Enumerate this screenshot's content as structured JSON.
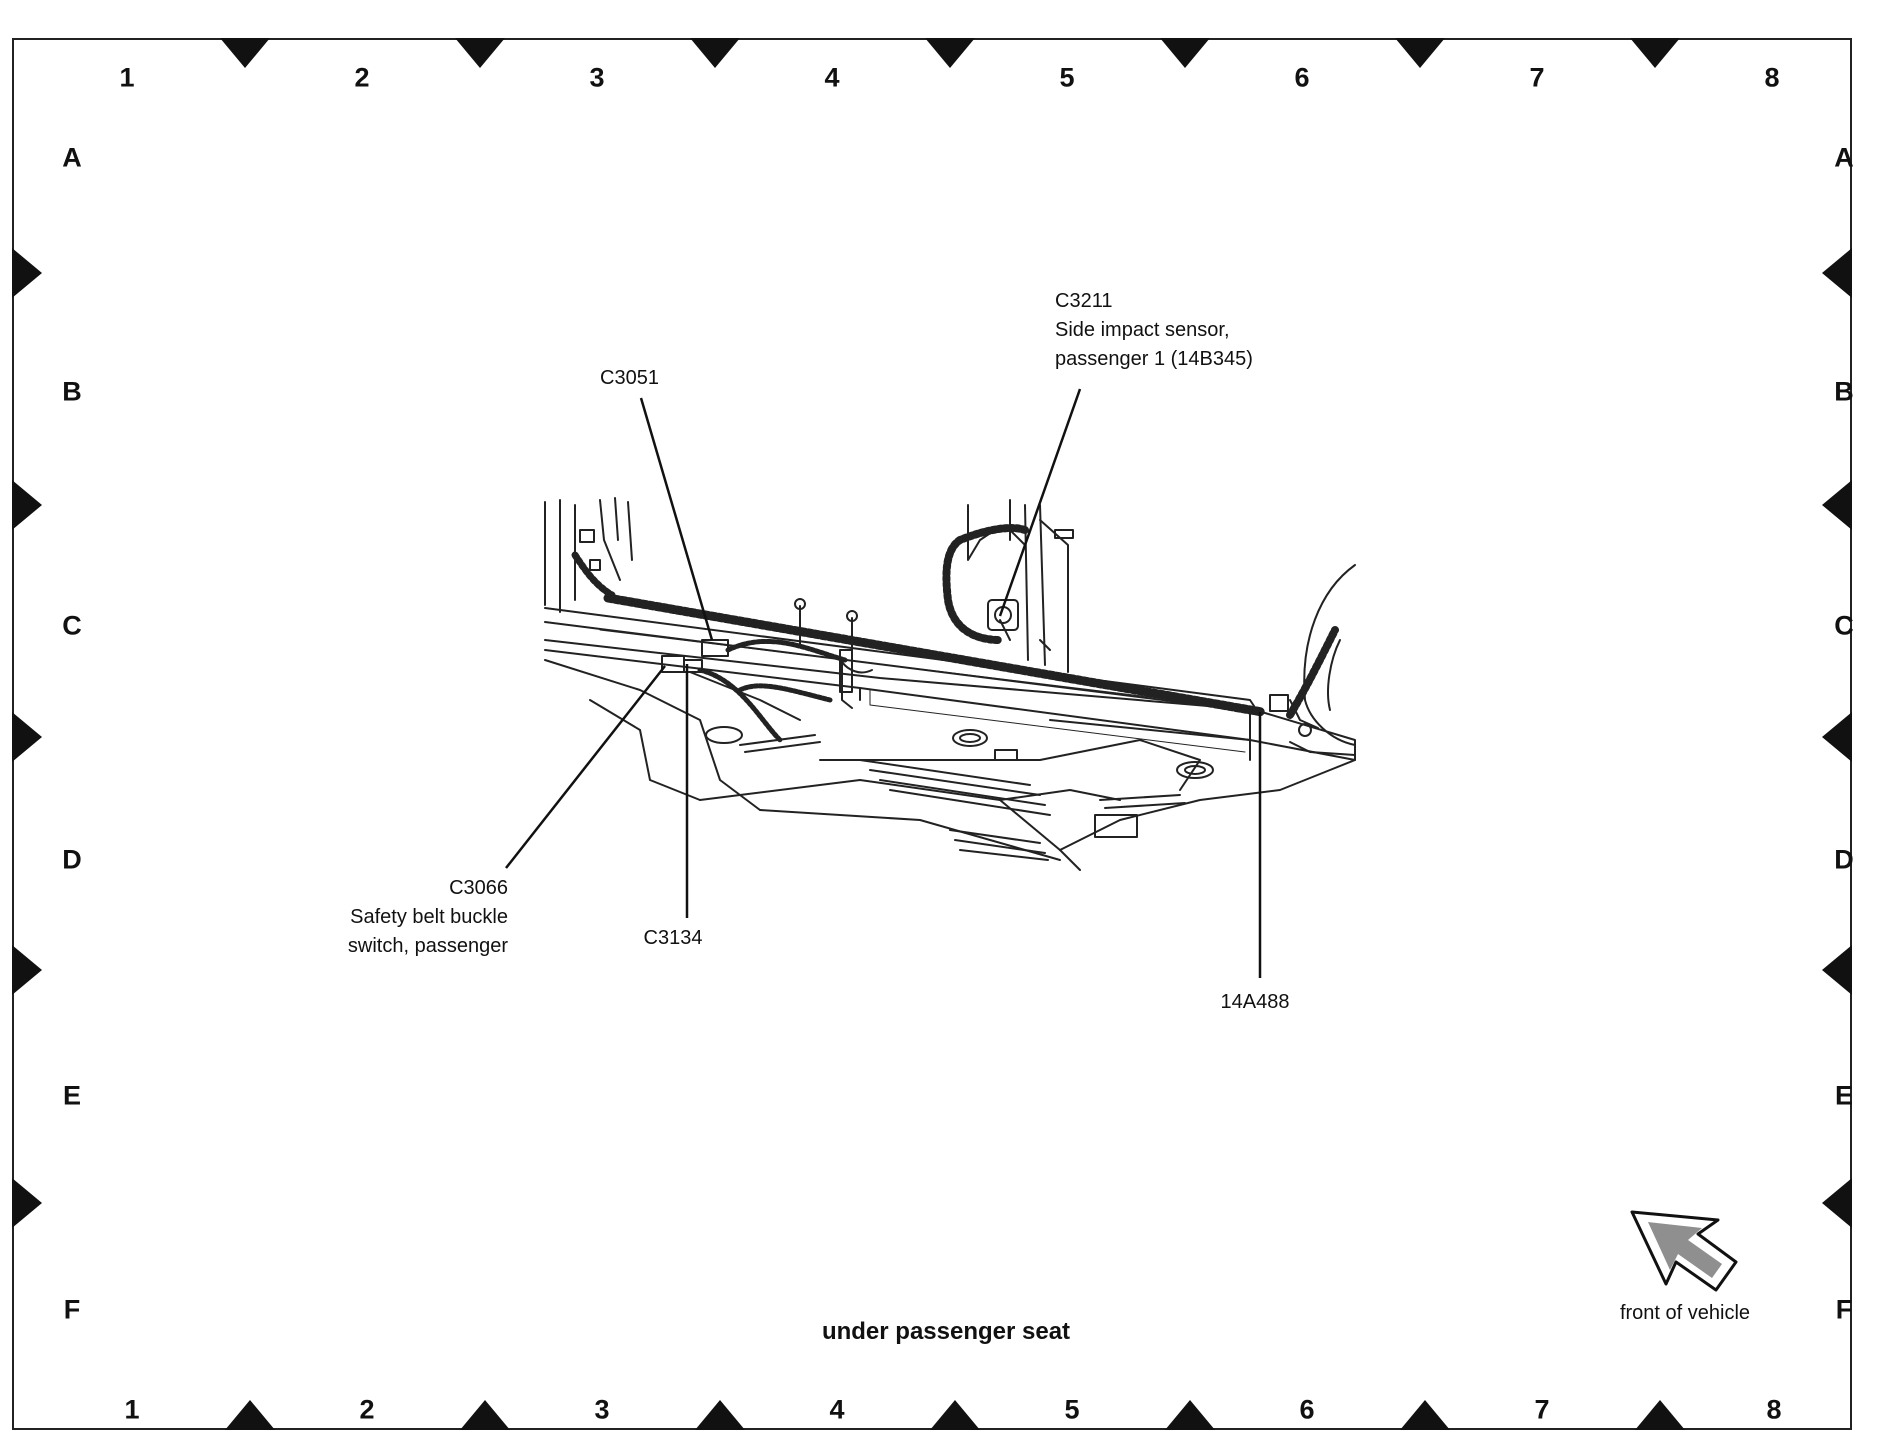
{
  "grid": {
    "columns": [
      "1",
      "2",
      "3",
      "4",
      "5",
      "6",
      "7",
      "8"
    ],
    "rows": [
      "A",
      "B",
      "C",
      "D",
      "E",
      "F"
    ]
  },
  "callouts": {
    "c3051": {
      "label": "C3051"
    },
    "c3211": {
      "label": "C3211",
      "line2": "Side impact sensor,",
      "line3": "passenger 1 (14B345)"
    },
    "c3066": {
      "label": "C3066",
      "line2": "Safety belt buckle",
      "line3": "switch, passenger"
    },
    "c3134": {
      "label": "C3134"
    },
    "part_14a488": {
      "label": "14A488"
    }
  },
  "caption": "under passenger seat",
  "orientation": {
    "label": "front of vehicle",
    "icon": "front-arrow-icon"
  }
}
